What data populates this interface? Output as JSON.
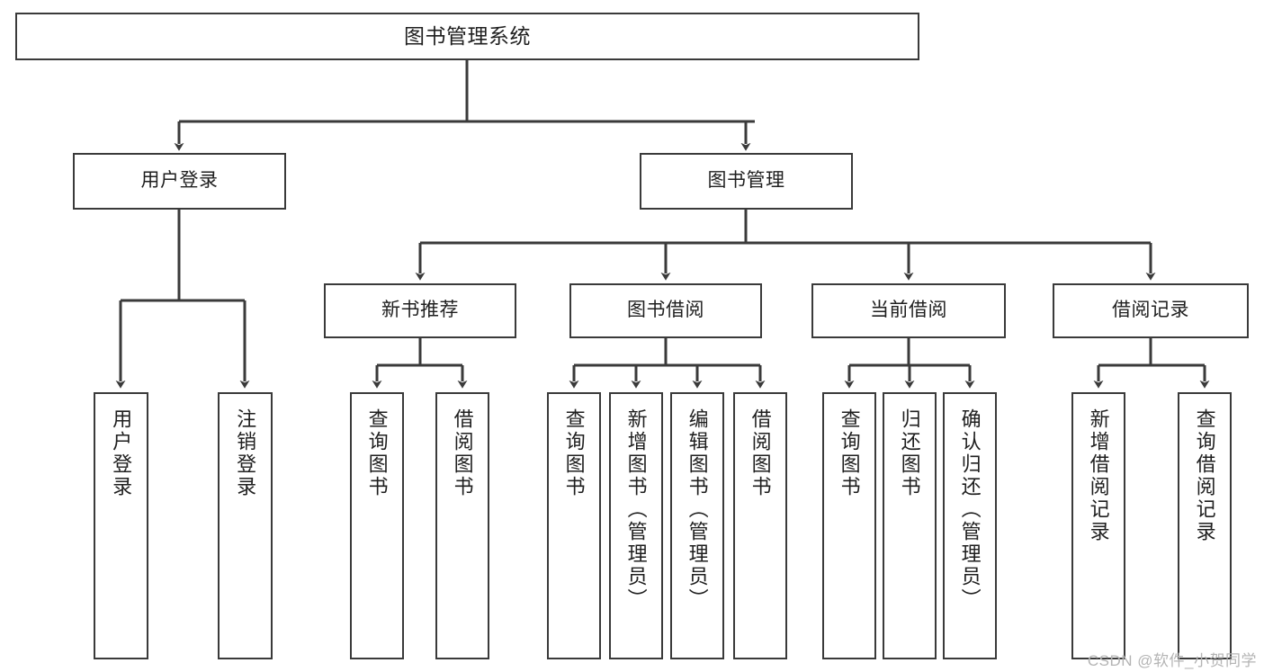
{
  "diagram": {
    "title": "图书管理系统",
    "watermark": "CSDN @软件_小贺同学",
    "line_color": "#3a3a3a",
    "box_fill": "#ffffff",
    "text_color": "#1f1f1f",
    "watermark_color": "#b4b4b4"
  },
  "root": {
    "label": "图书管理系统"
  },
  "level2": [
    {
      "label": "用户登录"
    },
    {
      "label": "图书管理"
    }
  ],
  "level3": [
    {
      "label": "新书推荐"
    },
    {
      "label": "图书借阅"
    },
    {
      "label": "当前借阅"
    },
    {
      "label": "借阅记录"
    }
  ],
  "leaves": {
    "user_login": [
      {
        "label": "用户登录"
      },
      {
        "label": "注销登录"
      }
    ],
    "new_book_recommend": [
      {
        "label": "查询图书"
      },
      {
        "label": "借阅图书"
      }
    ],
    "book_borrow": [
      {
        "label": "查询图书"
      },
      {
        "label": "新增图书（管理员）"
      },
      {
        "label": "编辑图书（管理员）"
      },
      {
        "label": "借阅图书"
      }
    ],
    "current_borrow": [
      {
        "label": "查询图书"
      },
      {
        "label": "归还图书"
      },
      {
        "label": "确认归还（管理员）"
      }
    ],
    "borrow_record": [
      {
        "label": "新增借阅记录"
      },
      {
        "label": "查询借阅记录"
      }
    ]
  }
}
